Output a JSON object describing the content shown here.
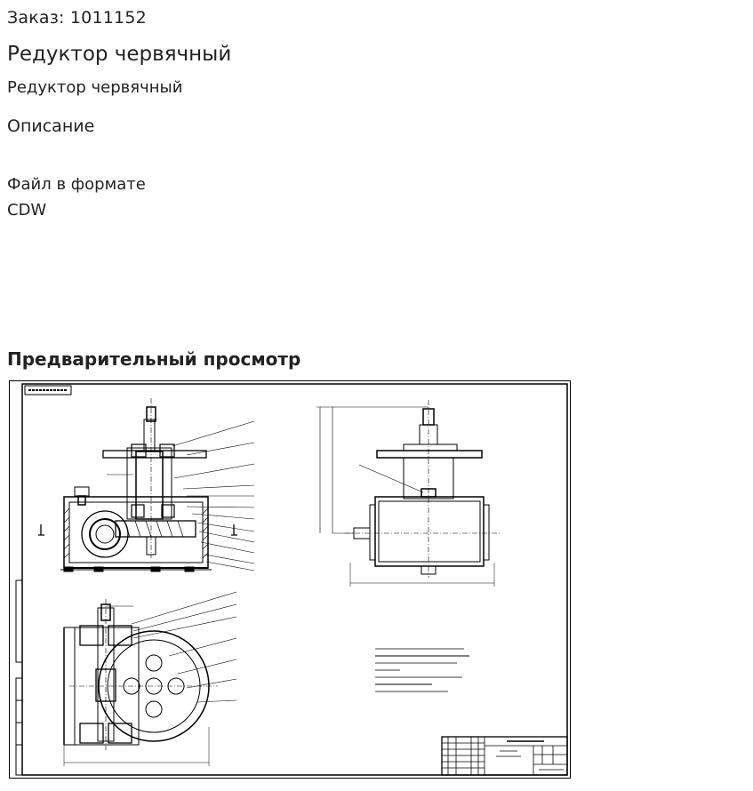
{
  "order": {
    "text": "Заказ: 1011152"
  },
  "product": {
    "title": "Редуктор червячный",
    "subtitle": "Редуктор червячный"
  },
  "description": {
    "heading": "Описание",
    "text": "Файл в формате CDW"
  },
  "preview": {
    "heading": "Предварительный просмотр",
    "image": "technical-drawing-worm-gearbox"
  }
}
